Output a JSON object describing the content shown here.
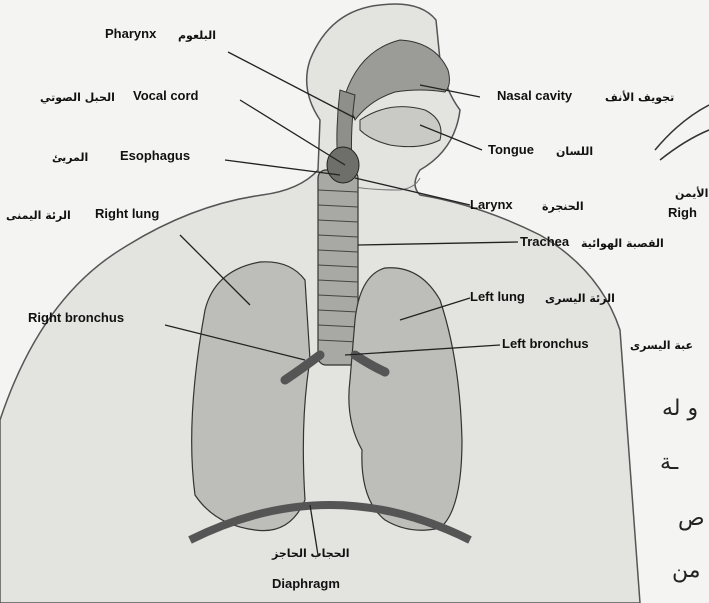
{
  "labels": {
    "pharynx_en": "Pharynx",
    "pharynx_ar": "البلعوم",
    "vocal_cord_en": "Vocal cord",
    "vocal_cord_ar": "الحبل الصوتي",
    "esophagus_en": "Esophagus",
    "esophagus_ar": "المريئ",
    "right_lung_en": "Right lung",
    "right_lung_ar": "الرئة اليمنى",
    "right_bronchus_en": "Right bronchus",
    "nasal_cavity_en": "Nasal cavity",
    "nasal_cavity_ar": "تجويف الأنف",
    "tongue_en": "Tongue",
    "tongue_ar": "اللسان",
    "larynx_en": "Larynx",
    "larynx_ar": "الحنجرة",
    "trachea_en": "Trachea",
    "trachea_ar": "القصبة الهوائية",
    "left_lung_en": "Left lung",
    "left_lung_ar": "الرئة اليسرى",
    "left_bronchus_en": "Left bronchus",
    "left_bronchus_ar": "عبة اليسرى",
    "diaphragm_en": "Diaphragm",
    "diaphragm_ar": "الحجاب الحاجز",
    "edge_right_en": "Righ",
    "edge_right_ar": "الأيمن"
  },
  "side_text": {
    "line1": "و له",
    "line2": "ـة",
    "line3": "ص",
    "line4": "من"
  }
}
